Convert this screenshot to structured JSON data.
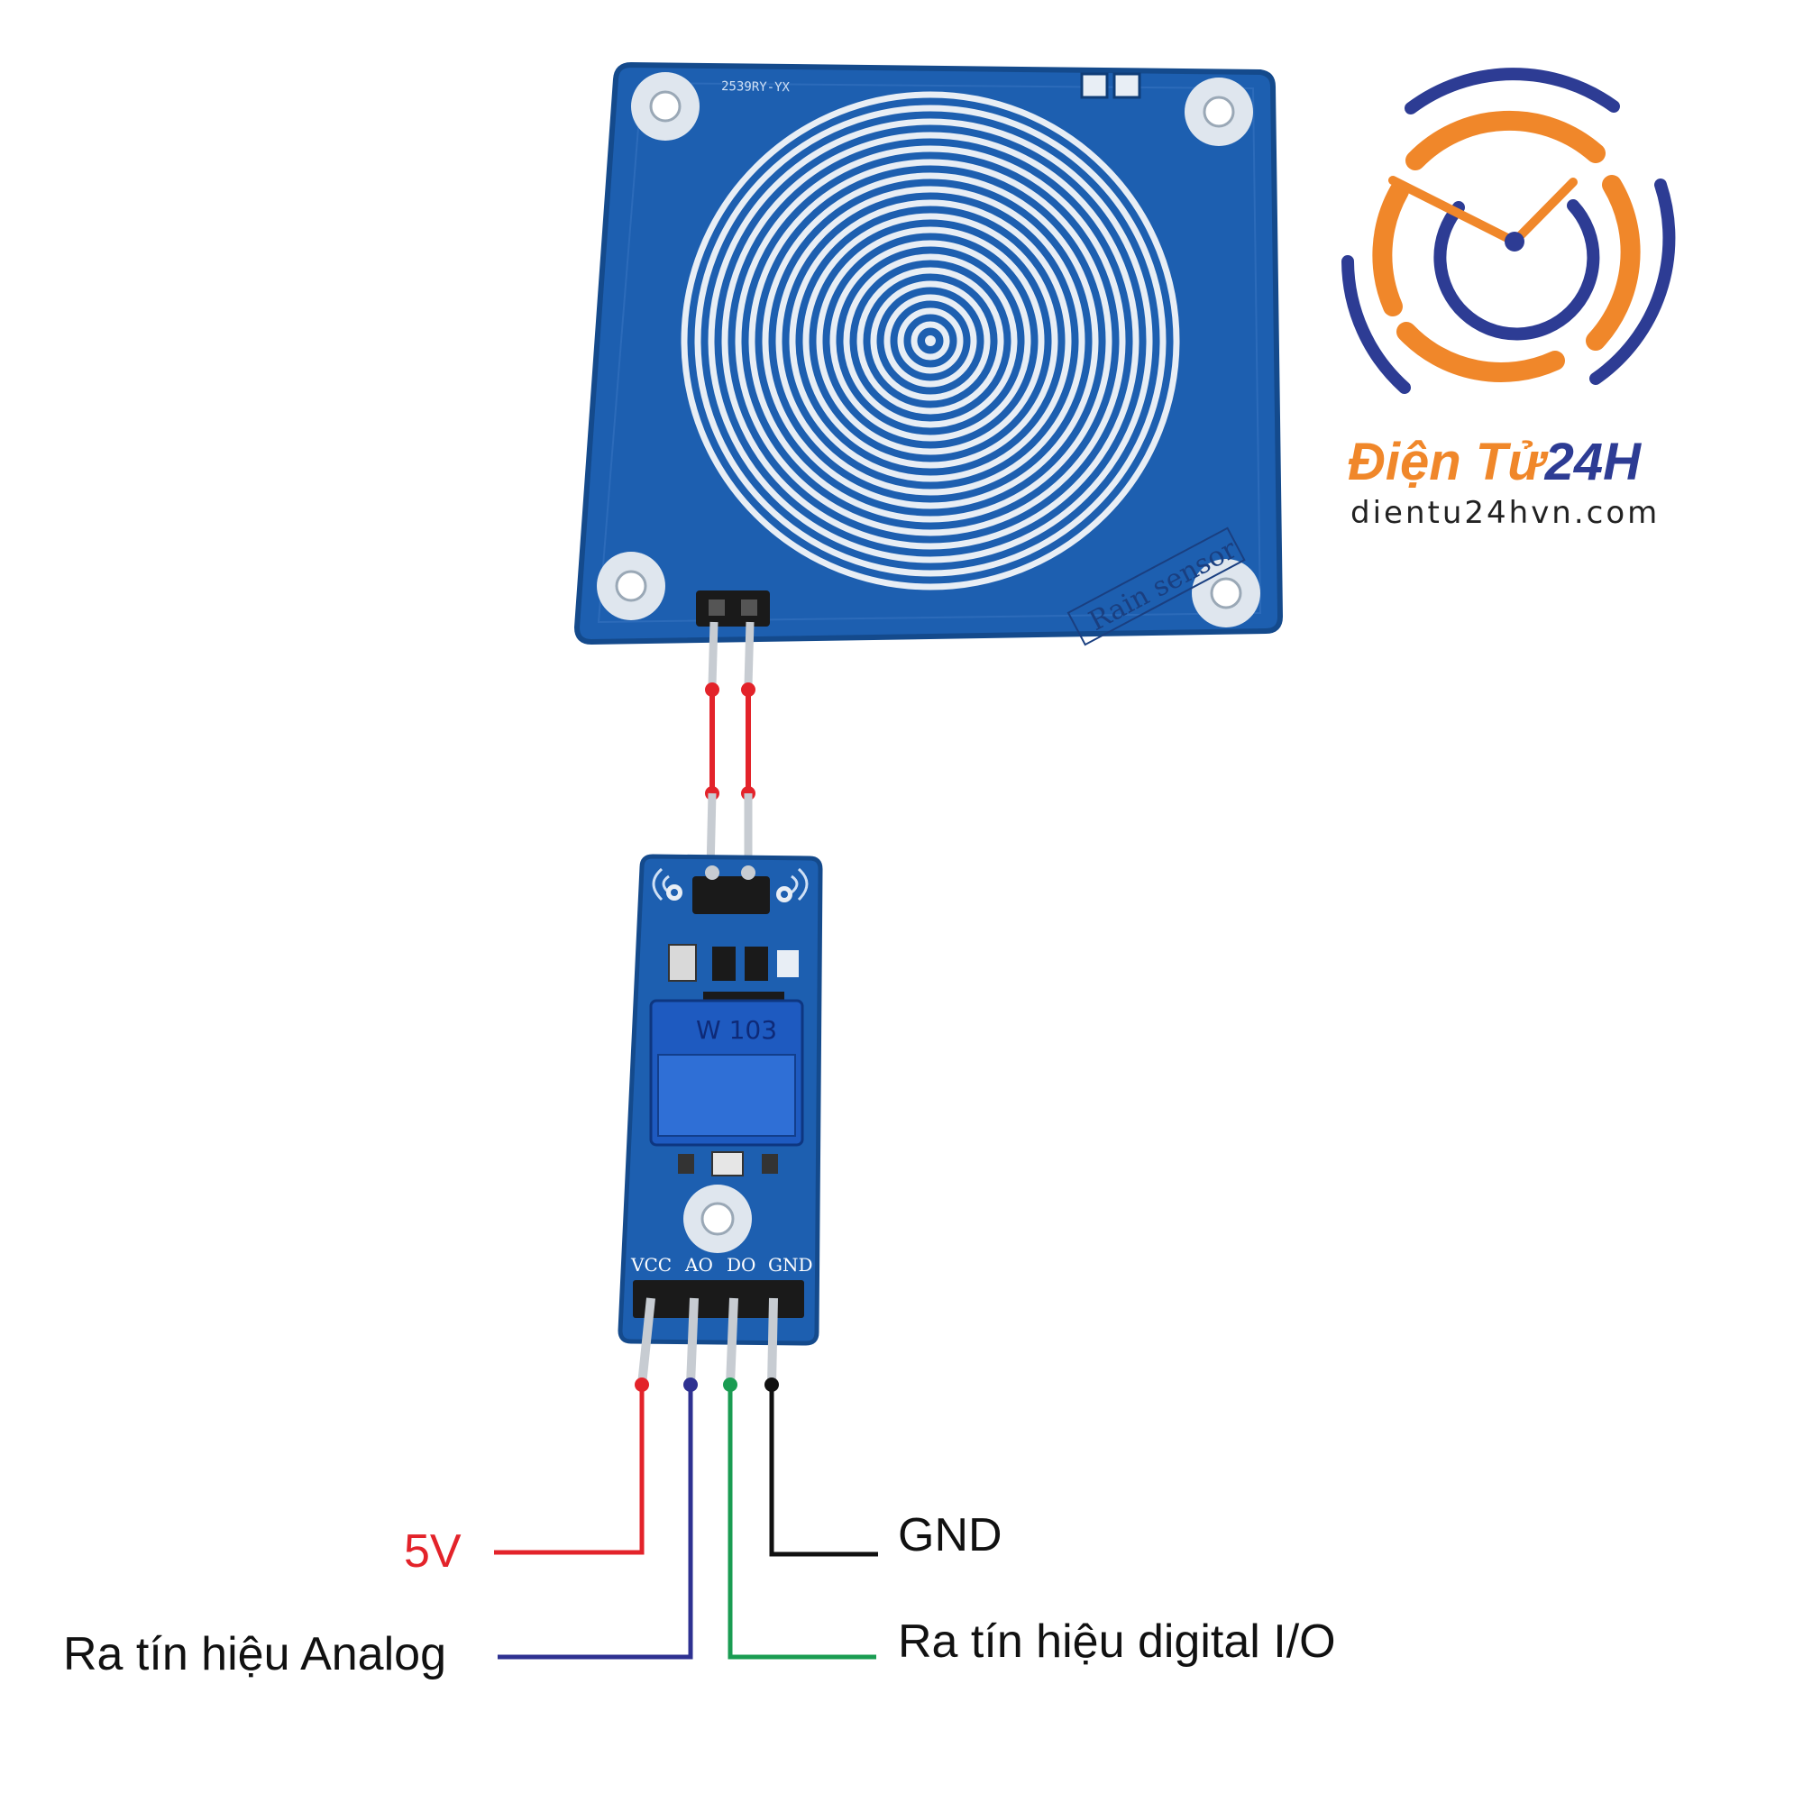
{
  "brand": {
    "name_part1": "Điện Tử",
    "name_part2": "24H",
    "url": "dientu24hvn.com",
    "colors": {
      "orange": "#f0872a",
      "blue": "#2d3c94"
    }
  },
  "sensor_board": {
    "code": "2539RY-YX",
    "label": "Rain sensor"
  },
  "module": {
    "pot_marking": "W 103",
    "pins": [
      "VCC",
      "AO",
      "DO",
      "GND"
    ]
  },
  "connections": {
    "vcc": {
      "label": "5V",
      "color": "#e3232a"
    },
    "ao": {
      "label": "Ra tín hiệu Analog",
      "color": "#2e3191"
    },
    "do": {
      "label": "Ra tín hiệu digital I/O",
      "color": "#1a9c52"
    },
    "gnd": {
      "label": "GND",
      "color": "#111111"
    }
  },
  "colors": {
    "pcb": "#1d5fb0",
    "pcb_edge": "#144a8c",
    "trace": "#e8eef5",
    "wire_red": "#e3232a"
  }
}
